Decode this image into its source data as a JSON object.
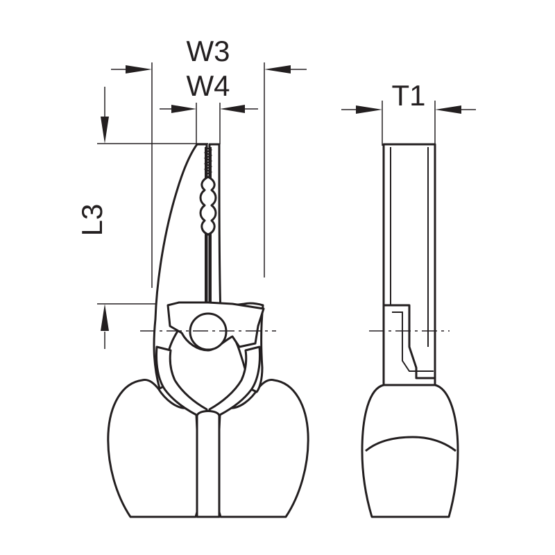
{
  "labels": {
    "w3": "W3",
    "w4": "W4",
    "l3": "L3",
    "t1": "T1"
  },
  "colors": {
    "line": "#231f20",
    "background": "#ffffff"
  }
}
